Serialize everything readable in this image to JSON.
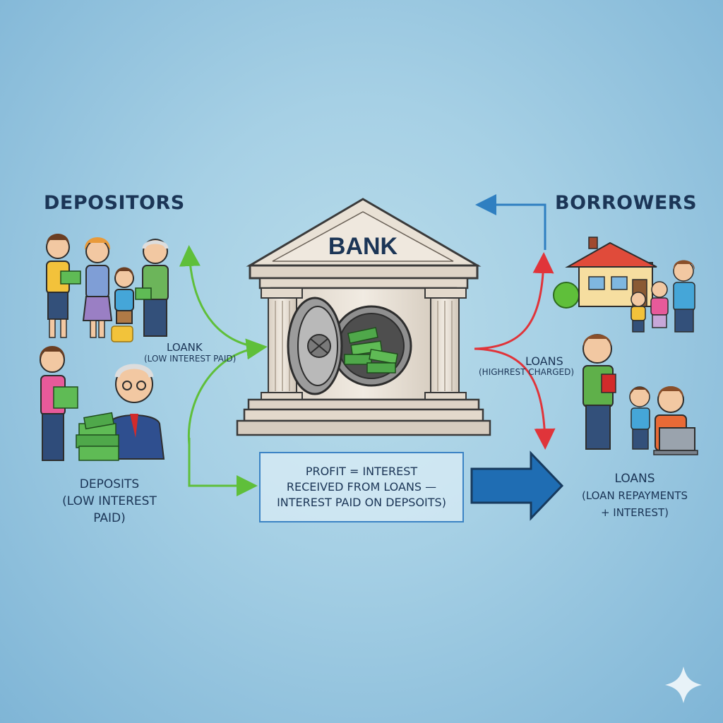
{
  "depositors": {
    "heading": "DEPOSITORS",
    "deposits_label": [
      "DEPOSITS",
      "(LOW INTEREST",
      "PAID)"
    ]
  },
  "borrowers": {
    "heading": "BORROWERS",
    "loans_label": [
      "LOANS",
      "(LOAN REPAYMENTS",
      "+ INTEREST)"
    ]
  },
  "bank": {
    "title": "BANK"
  },
  "left_flow": {
    "label": "LOANK",
    "sublabel": "(LOW INTEREST PAID)"
  },
  "right_flow": {
    "label": "LOANS",
    "sublabel": "(HIGHREST CHARGED)"
  },
  "profit": {
    "lines": [
      "PROFIT = INTEREST",
      "RECEIVED FROM LOANS —",
      "INTEREST PAID ON DEPSOITS)"
    ]
  },
  "colors": {
    "background": "#a6d0e5",
    "heading_text": "#1b3556",
    "green_arrow": "#5fbf3a",
    "red_arrow": "#e0343a",
    "blue_arrow": "#2f7fc1",
    "big_arrow": "#1f6db3"
  }
}
